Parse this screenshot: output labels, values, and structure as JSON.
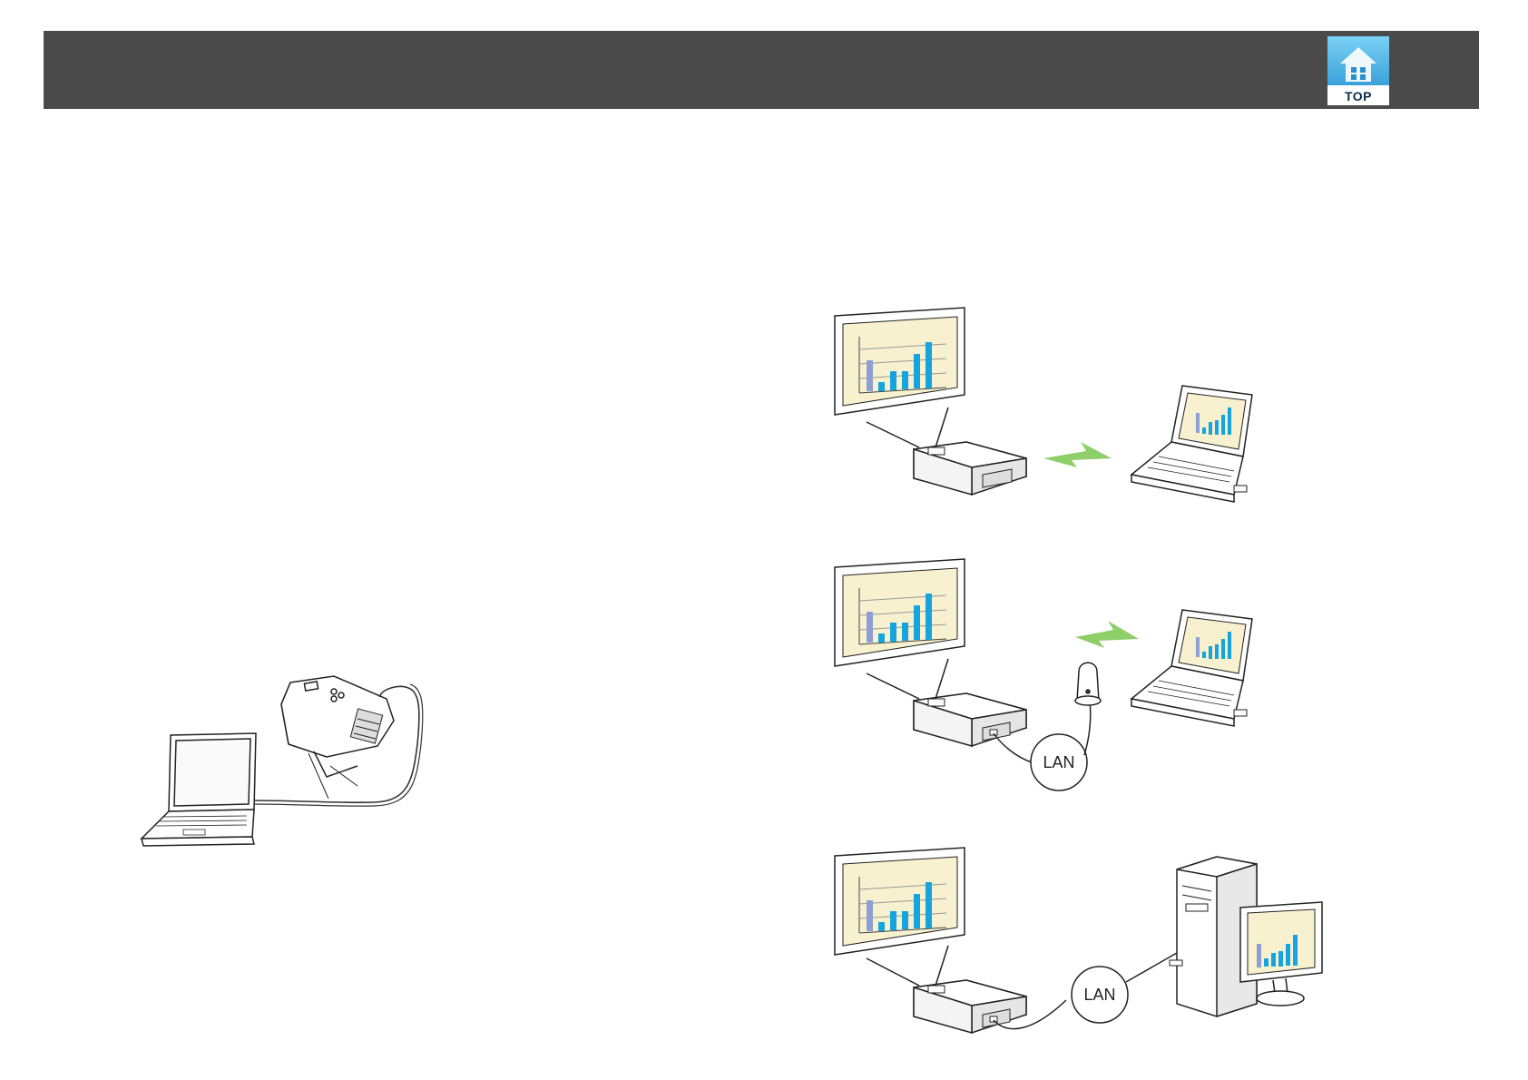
{
  "header": {
    "top_button_label": "TOP"
  },
  "diagrams": {
    "lan_label_1": "LAN",
    "lan_label_2": "LAN"
  },
  "colors": {
    "header_bg": "#4a4a4a",
    "top_button_bg": "#2aa3dc",
    "screen_bg": "#f7f1cf",
    "bar_primary": "#16a4de",
    "bar_secondary": "#8f9fd3",
    "wireless_bolt": "#8fcf6a"
  }
}
